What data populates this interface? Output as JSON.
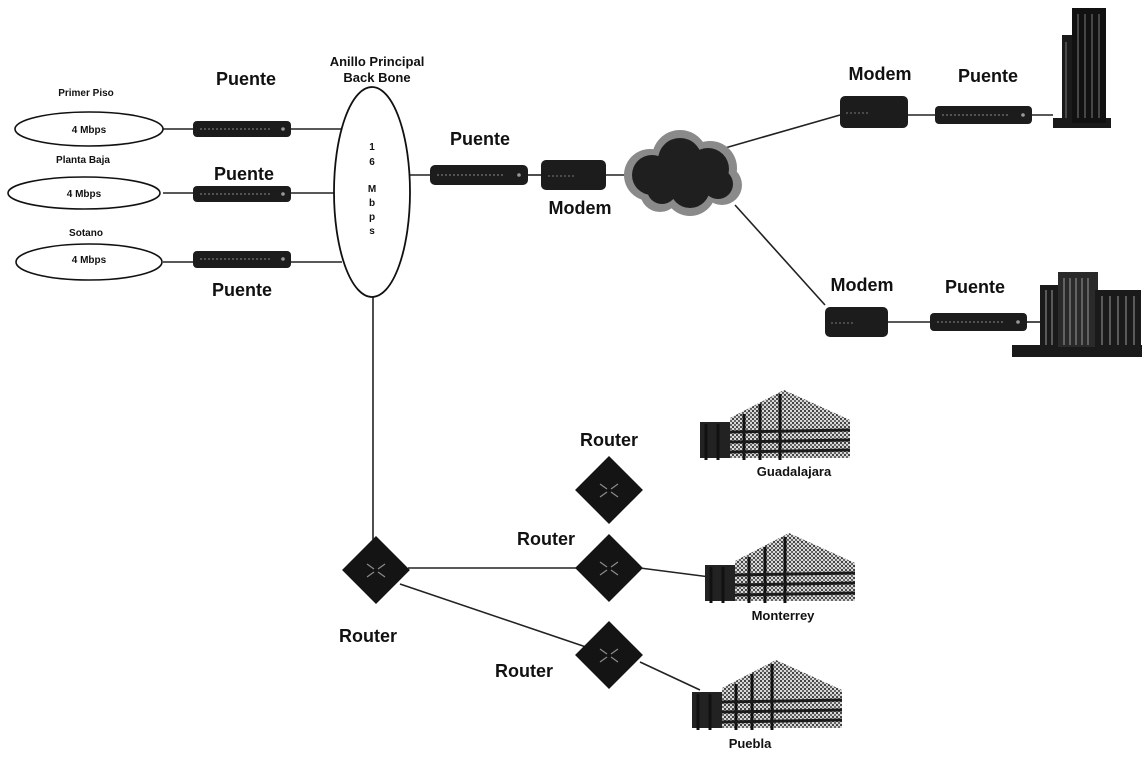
{
  "floors": [
    {
      "name": "Primer Piso",
      "speed": "4 Mbps"
    },
    {
      "name": "Planta  Baja",
      "speed": "4 Mbps"
    },
    {
      "name": "Sotano",
      "speed": "4 Mbps"
    }
  ],
  "bridge_label": "Puente",
  "modem_label": "Modem",
  "router_label": "Router",
  "backbone": {
    "title_line1": "Anillo Principal",
    "title_line2": "Back Bone",
    "speed_chars": [
      "1",
      "6",
      "M",
      "b",
      "p",
      "s"
    ]
  },
  "cities": [
    "Guadalajara",
    "Monterrey",
    "Puebla"
  ]
}
